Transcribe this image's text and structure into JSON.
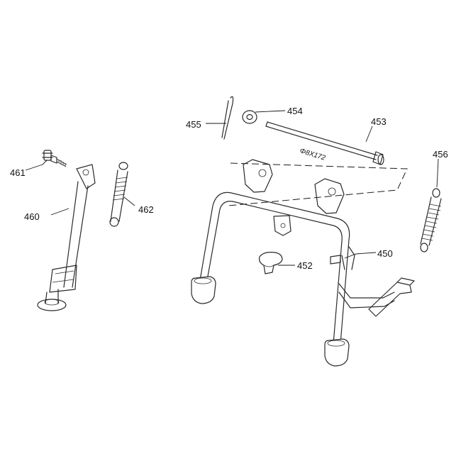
{
  "diagram": {
    "callouts": {
      "c450": "450",
      "c452": "452",
      "c453": "453",
      "c454": "454",
      "c455": "455",
      "c456": "456",
      "c460": "460",
      "c461": "461",
      "c462": "462"
    },
    "dimension_label": "Φ8X172"
  }
}
